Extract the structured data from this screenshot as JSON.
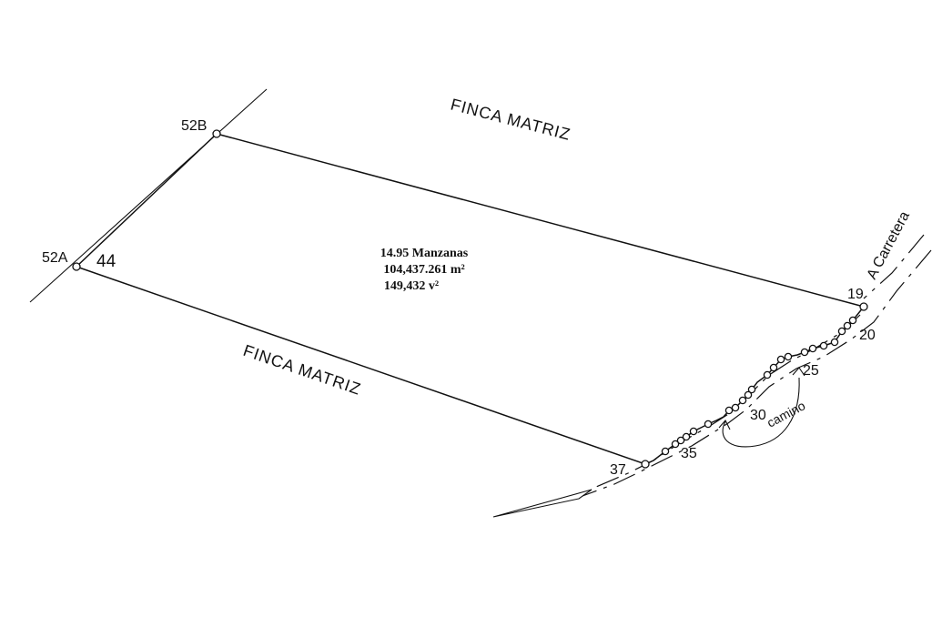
{
  "area": {
    "manzanas": "14.95 Manzanas",
    "square_meters": "104,437.261 m²",
    "square_varas": "149,432 v²"
  },
  "neighbors": {
    "north": "FINCA  MATRIZ",
    "south": "FINCA  MATRIZ"
  },
  "points": {
    "p52a": "52A",
    "p52b": "52B",
    "p44": "44",
    "p19": "19",
    "p20": "20",
    "p25": "25",
    "p30": "30",
    "p35": "35",
    "p37": "37"
  },
  "road": {
    "to_highway": "A  Carretera",
    "path": "camino"
  },
  "colors": {
    "ink": "#111111",
    "paper": "#ffffff"
  }
}
